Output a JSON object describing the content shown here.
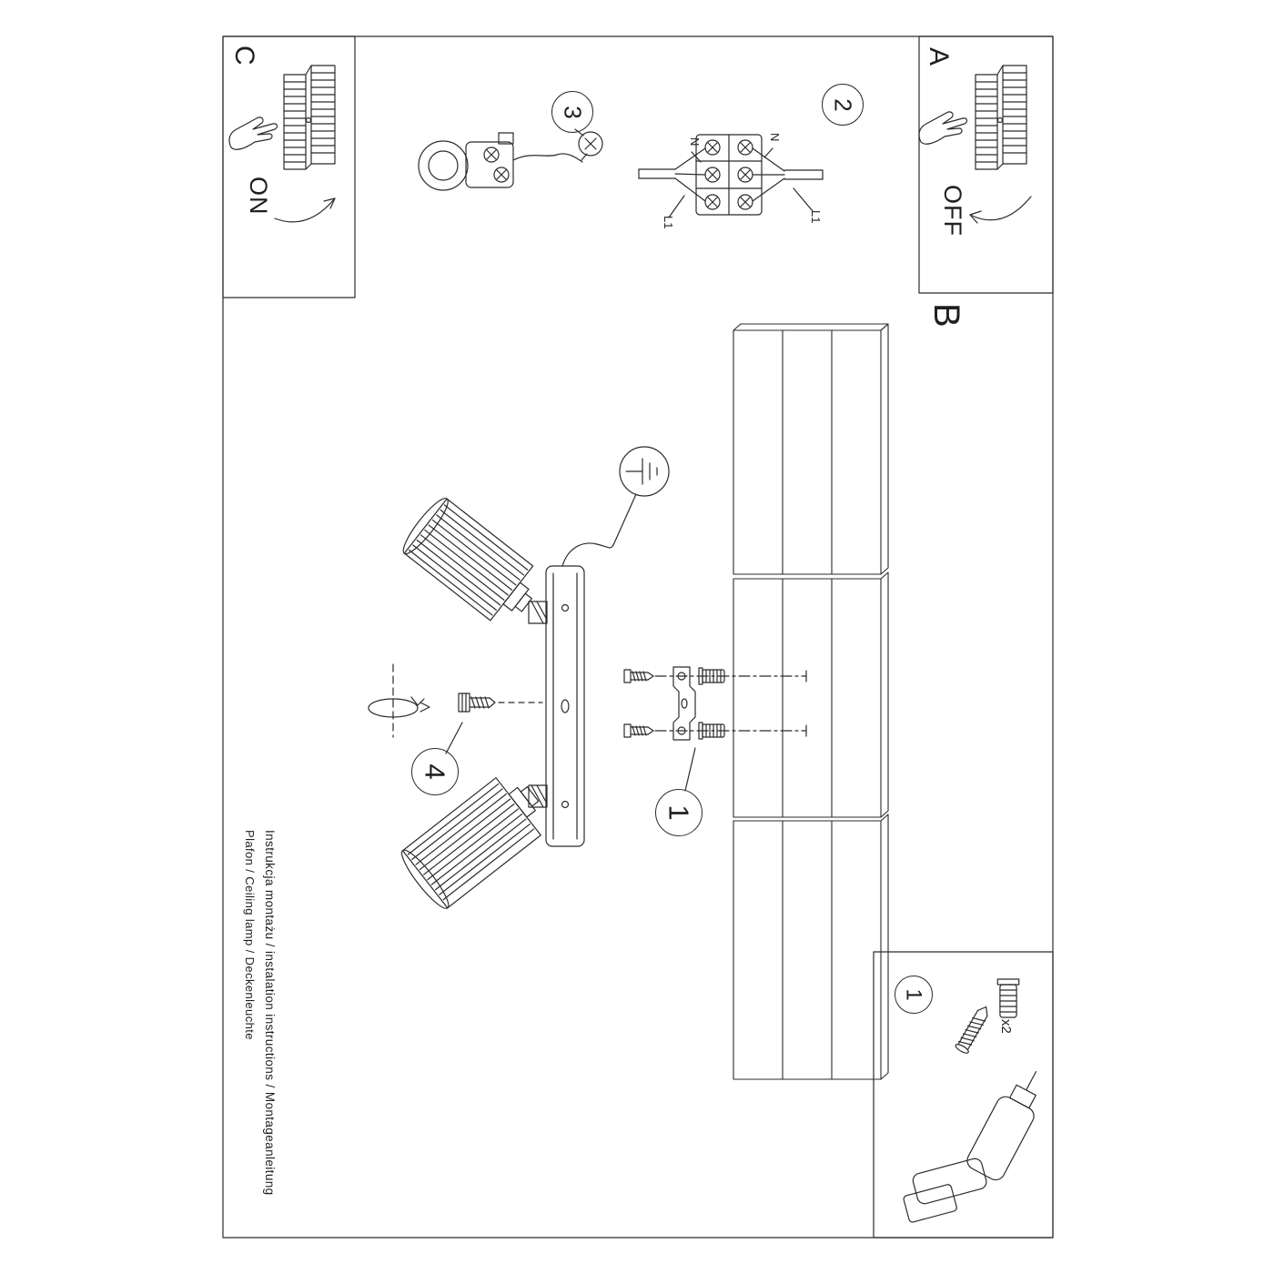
{
  "style": {
    "ink": "#2b2b2b",
    "background": "#ffffff"
  },
  "sections": {
    "c": {
      "label": "C",
      "action": "ON"
    },
    "a": {
      "label": "A",
      "action": "OFF"
    },
    "b": {
      "label": "B"
    }
  },
  "steps": {
    "mount_bracket": "1",
    "wiring": "2",
    "socket": "3",
    "adjust": "4",
    "parts": "1"
  },
  "wiring_labels": {
    "left_n": "N",
    "left_l1": "L1",
    "right_n": "N",
    "right_l1": "L1"
  },
  "parts": {
    "fastener_qty": "x2"
  },
  "footer": {
    "line1": "Instrukcja montażu / instalation instructions / Montageanleitung",
    "line2": "Plafon / Ceiling lamp / Deckenleuchte"
  }
}
